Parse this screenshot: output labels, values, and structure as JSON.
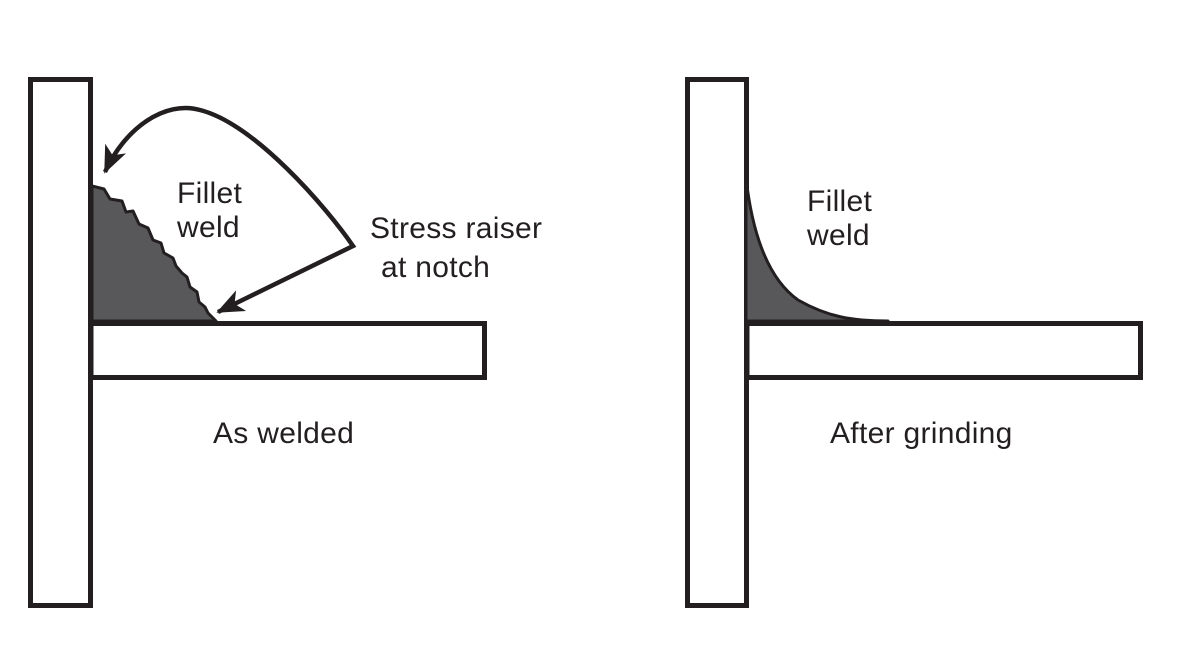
{
  "figure": {
    "colors": {
      "background": "#ffffff",
      "line": "#231f20",
      "weld_fill": "#58585a",
      "text": "#231f20"
    },
    "left_panel": {
      "weld_label": {
        "line1": "Fillet",
        "line2": "weld"
      },
      "annotation": {
        "line1": "Stress raiser",
        "line2": "at notch"
      },
      "caption": "As welded"
    },
    "right_panel": {
      "weld_label": {
        "line1": "Fillet",
        "line2": "weld"
      },
      "caption": "After grinding"
    }
  }
}
